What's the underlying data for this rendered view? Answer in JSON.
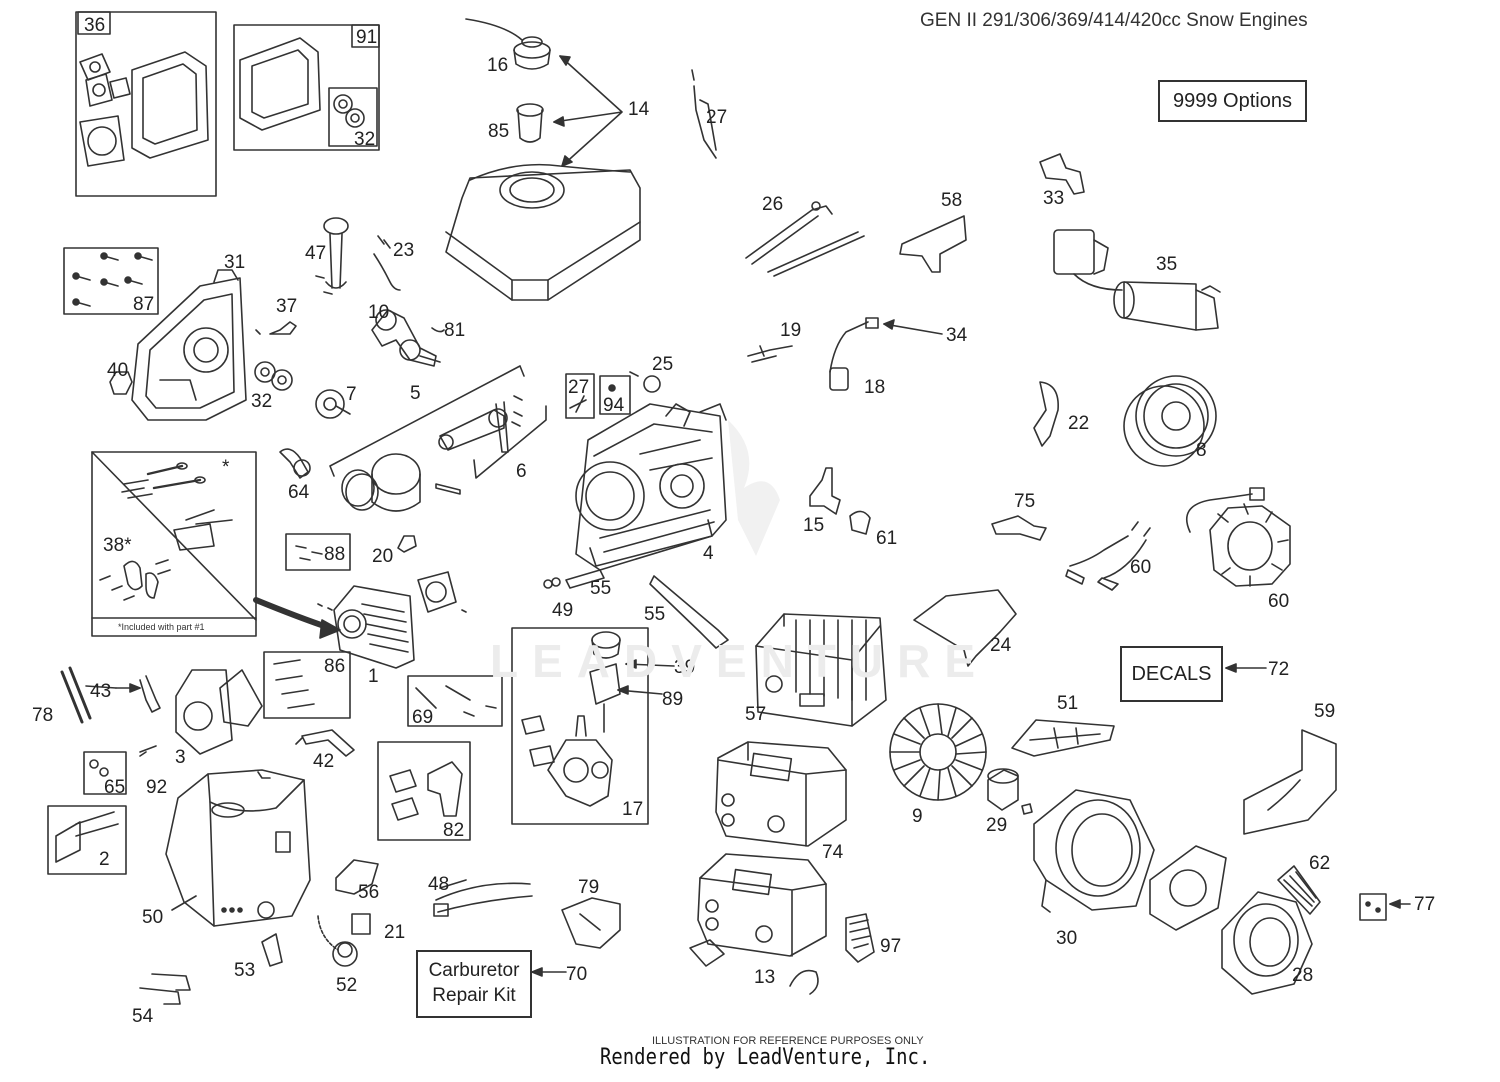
{
  "title": "GEN II 291/306/369/414/420cc Snow Engines",
  "options_box": "9999  Options",
  "decals_box": "DECALS",
  "carb_kit_box": "Carburetor Repair Kit",
  "included_note": "*Included with part #1",
  "footnote": "ILLUSTRATION FOR REFERENCE PURPOSES ONLY",
  "rendered_by": "Rendered by LeadVenture, Inc.",
  "watermark": "LEADVENTURE",
  "callouts": [
    "36",
    "91",
    "32",
    "16",
    "14",
    "85",
    "27",
    "87",
    "31",
    "47",
    "23",
    "37",
    "10",
    "81",
    "40",
    "32",
    "7",
    "5",
    "6",
    "27",
    "94",
    "25",
    "19",
    "34",
    "18",
    "26",
    "58",
    "33",
    "35",
    "22",
    "8",
    "64",
    "38*",
    "*",
    "88",
    "20",
    "4",
    "55",
    "49",
    "55",
    "15",
    "61",
    "75",
    "60",
    "60",
    "24",
    "1",
    "86",
    "78",
    "43",
    "3",
    "65",
    "92",
    "69",
    "42",
    "39",
    "89",
    "17",
    "82",
    "57",
    "72",
    "51",
    "59",
    "2",
    "50",
    "74",
    "9",
    "29",
    "30",
    "62",
    "28",
    "77",
    "56",
    "21",
    "52",
    "53",
    "54",
    "48",
    "79",
    "70",
    "13",
    "97"
  ]
}
